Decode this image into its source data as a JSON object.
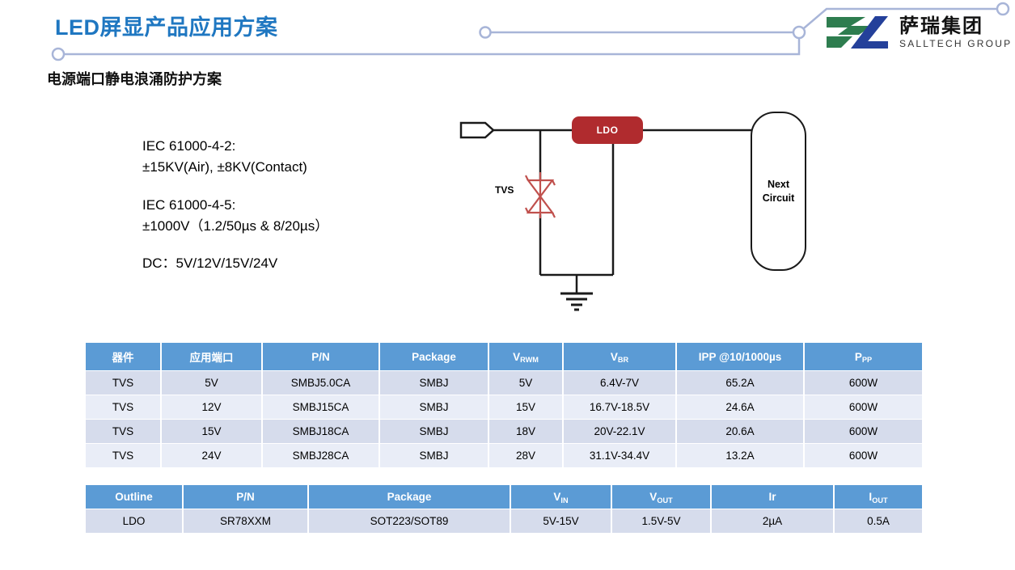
{
  "header": {
    "title": "LED屏显产品应用方案",
    "subtitle": "电源端口静电浪涌防护方案",
    "accent_color": "#1F77C1",
    "deco_line_color": "#A8B5D8"
  },
  "logo": {
    "name_cn": "萨瑞集团",
    "name_en": "SALLTECH GROUP",
    "mark_green": "#2E7D4F",
    "mark_blue": "#24409A"
  },
  "specs": [
    {
      "lines": [
        "IEC 61000-4-2:",
        "±15KV(Air), ±8KV(Contact)"
      ]
    },
    {
      "lines": [
        "IEC 61000-4-5:",
        "±1000V（1.2/50µs & 8/20µs）"
      ]
    },
    {
      "lines": [
        "DC：5V/12V/15V/24V"
      ]
    }
  ],
  "circuit": {
    "tvs_label": "TVS",
    "ldo_label": "LDO",
    "ldo_color": "#B02B2E",
    "next_circuit_label": "Next\nCircuit",
    "tvs_color": "#C0504D",
    "wire_color": "#1a1a1a"
  },
  "table_tvs": {
    "headers": [
      {
        "text": "器件",
        "sub": ""
      },
      {
        "text": "应用端口",
        "sub": ""
      },
      {
        "text": "P/N",
        "sub": ""
      },
      {
        "text": "Package",
        "sub": ""
      },
      {
        "text": "V",
        "sub": "RWM"
      },
      {
        "text": "V",
        "sub": "BR"
      },
      {
        "text": "IPP @10/1000µs",
        "sub": ""
      },
      {
        "text": "P",
        "sub": "PP"
      }
    ],
    "rows": [
      [
        "TVS",
        "5V",
        "SMBJ5.0CA",
        "SMBJ",
        "5V",
        "6.4V-7V",
        "65.2A",
        "600W"
      ],
      [
        "TVS",
        "12V",
        "SMBJ15CA",
        "SMBJ",
        "15V",
        "16.7V-18.5V",
        "24.6A",
        "600W"
      ],
      [
        "TVS",
        "15V",
        "SMBJ18CA",
        "SMBJ",
        "18V",
        "20V-22.1V",
        "20.6A",
        "600W"
      ],
      [
        "TVS",
        "24V",
        "SMBJ28CA",
        "SMBJ",
        "28V",
        "31.1V-34.4V",
        "13.2A",
        "600W"
      ]
    ]
  },
  "table_ldo": {
    "headers": [
      {
        "text": "Outline",
        "sub": ""
      },
      {
        "text": "P/N",
        "sub": ""
      },
      {
        "text": "Package",
        "sub": ""
      },
      {
        "text": "V",
        "sub": "IN"
      },
      {
        "text": "V",
        "sub": "OUT"
      },
      {
        "text": "Ir",
        "sub": ""
      },
      {
        "text": "I",
        "sub": "OUT"
      }
    ],
    "rows": [
      [
        "LDO",
        "SR78XXM",
        "SOT223/SOT89",
        "5V-15V",
        "1.5V-5V",
        "2µA",
        "0.5A"
      ]
    ]
  },
  "table_style": {
    "header_bg": "#5B9BD5",
    "row_bg_odd": "#D6DCEC",
    "row_bg_even": "#E9EDF7"
  }
}
